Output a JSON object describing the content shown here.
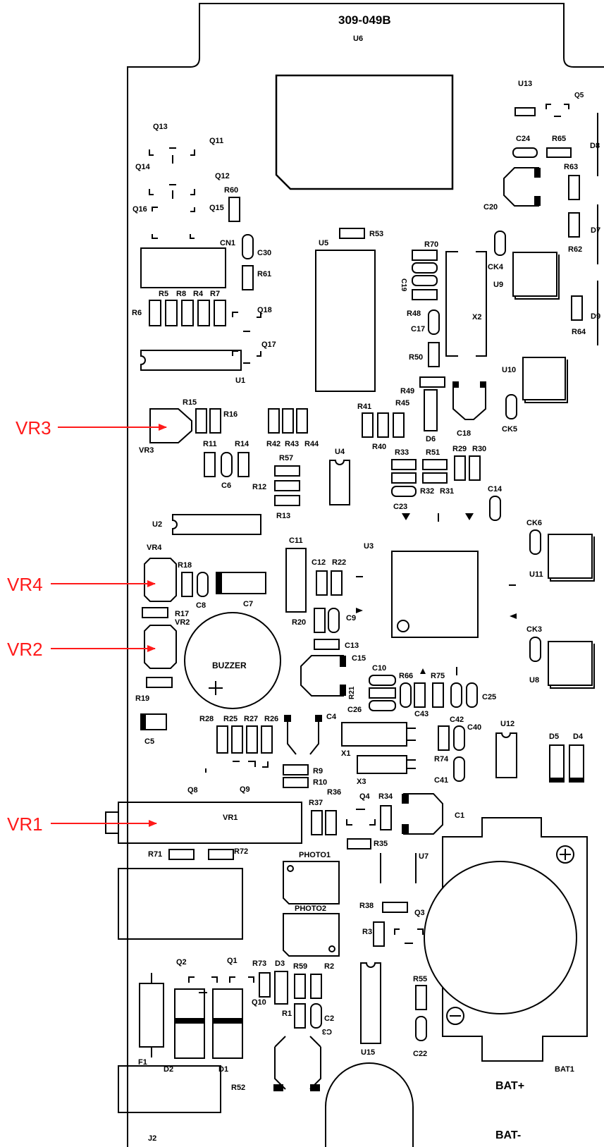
{
  "board_id": "309-049B",
  "callouts": [
    {
      "id": "vr3",
      "text": "VR3"
    },
    {
      "id": "vr4",
      "text": "VR4"
    },
    {
      "id": "vr2",
      "text": "VR2"
    },
    {
      "id": "vr1",
      "text": "VR1"
    }
  ],
  "colors": {
    "callout": "#ff1a1a",
    "silkscreen": "#000000"
  },
  "silk_labels": {
    "u6": "U6",
    "u13": "U13",
    "q5": "Q5",
    "d8": "D8",
    "c24": "C24",
    "r65": "R65",
    "r63": "R63",
    "c20": "C20",
    "d7": "D7",
    "r62": "R62",
    "d9": "D9",
    "r64": "R64",
    "q13": "Q13",
    "q11": "Q11",
    "q14": "Q14",
    "q12": "Q12",
    "q16": "Q16",
    "q15": "Q15",
    "r60": "R60",
    "cn1": "CN1",
    "c30": "C30",
    "r61": "R61",
    "r6": "R6",
    "r5": "R5",
    "r8": "R8",
    "r4": "R4",
    "r7": "R7",
    "q18": "Q18",
    "q17": "Q17",
    "u1": "U1",
    "u5": "U5",
    "r53": "R53",
    "r70": "R70",
    "c19": "C19",
    "r48": "R48",
    "c17": "C17",
    "x2": "X2",
    "r50": "R50",
    "ck4": "CK4",
    "u9": "U9",
    "r49": "R49",
    "c18": "C18",
    "d6": "D6",
    "u10": "U10",
    "ck5": "CK5",
    "r41": "R41",
    "r45": "R45",
    "r40": "R40",
    "vr3": "VR3",
    "r15": "R15",
    "r16": "R16",
    "r42": "R42",
    "r43": "R43",
    "r44": "R44",
    "r11": "R11",
    "r14": "R14",
    "c6": "C6",
    "r57": "R57",
    "r12": "R12",
    "r13": "R13",
    "u4": "U4",
    "r33": "R33",
    "r51": "R51",
    "r29": "R29",
    "r30": "R30",
    "r32": "R32",
    "r31": "R31",
    "c23": "C23",
    "c14": "C14",
    "u2": "U2",
    "ck6": "CK6",
    "u11": "U11",
    "vr4": "VR4",
    "r18": "R18",
    "c8": "C8",
    "c7": "C7",
    "c11": "C11",
    "c12": "C12",
    "r22": "R22",
    "u3": "U3",
    "r17": "R17",
    "vr2": "VR2",
    "r20": "R20",
    "c9": "C9",
    "c13": "C13",
    "ck3": "CK3",
    "u8": "U8",
    "buzzer": "BUZZER",
    "c15": "C15",
    "c10": "C10",
    "r66": "R66",
    "r75": "R75",
    "r21": "R21",
    "c25": "C25",
    "c26": "C26",
    "c43": "C43",
    "r19": "R19",
    "c5": "C5",
    "r28": "R28",
    "r25": "R25",
    "r27": "R27",
    "r26": "R26",
    "c4": "C4",
    "c42": "C42",
    "c40": "C40",
    "u12": "U12",
    "d5": "D5",
    "d4": "D4",
    "x1": "X1",
    "r74": "R74",
    "x3": "X3",
    "c41": "C41",
    "q8": "Q8",
    "q9": "Q9",
    "r9": "R9",
    "r10": "R10",
    "r36": "R36",
    "r37": "R37",
    "q4": "Q4",
    "r34": "R34",
    "c1": "C1",
    "vr1": "VR1",
    "r35": "R35",
    "u7": "U7",
    "r71": "R71",
    "r72": "R72",
    "photo1": "PHOTO1",
    "photo2": "PHOTO2",
    "r38": "R38",
    "q3": "Q3",
    "r3": "R3",
    "q2": "Q2",
    "q1": "Q1",
    "r73": "R73",
    "d3": "D3",
    "r59": "R59",
    "r2": "R2",
    "r55": "R55",
    "q10": "Q10",
    "r1": "R1",
    "c2": "C2",
    "c3": "C3",
    "u15": "U15",
    "c22": "C22",
    "f1": "F1",
    "d2": "D2",
    "d1": "D1",
    "r52": "R52",
    "bat1": "BAT1",
    "bat_plus": "BAT+",
    "bat_minus": "BAT-",
    "j2": "J2"
  }
}
